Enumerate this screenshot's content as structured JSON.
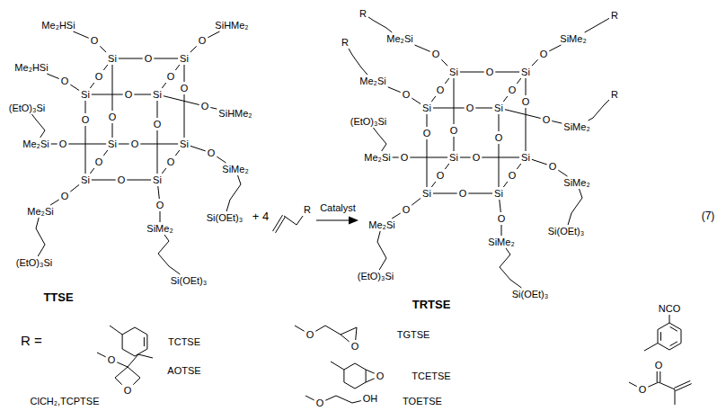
{
  "diagram": {
    "labels": [
      "Si",
      "Si",
      "Si",
      "Si",
      "Si",
      "Si",
      "Si",
      "Si",
      "O",
      "O",
      "O",
      "O",
      "O",
      "O",
      "O",
      "O",
      "O",
      "O",
      "O",
      "O",
      "O",
      "O",
      "O",
      "O",
      "O",
      "O",
      "O",
      "O",
      "Me₂HSi",
      "SiHMe₂",
      "Me₂Si",
      "SiMe₂",
      "Me₂HSi",
      "SiHMe₂",
      "Me₂Si",
      "SiMe₂",
      "(EtO)₃Si",
      "Si(OEt)₃",
      "(EtO)₃Si",
      "Si(OEt)₃",
      "TTSE",
      "+ 4",
      "R",
      "Catalyst",
      "Si",
      "Si",
      "Si",
      "Si",
      "Si",
      "Si",
      "Si",
      "Si",
      "O",
      "O",
      "O",
      "O",
      "O",
      "O",
      "O",
      "O",
      "O",
      "O",
      "O",
      "O",
      "O",
      "O",
      "O",
      "O",
      "O",
      "O",
      "O",
      "O",
      "Me₂Si",
      "SiMe₂",
      "Me₂Si",
      "SiMe₂",
      "Me₂Si",
      "SiMe₂",
      "Me₂Si",
      "SiMe₂",
      "(EtO)₃Si",
      "Si(OEt)₃",
      "(EtO)₃Si",
      "Si(OEt)₃",
      "R",
      "R",
      "R",
      "R",
      "TRTSE",
      "(7)",
      "R =",
      "TCTSE",
      "O",
      "O",
      "TGTSE",
      "NCO",
      "O",
      "O",
      "AOTSE",
      "O",
      "TCETSE",
      "O",
      "O",
      "ClCH₂,TCPTSE",
      "O",
      "OH",
      "TOETSE"
    ]
  }
}
